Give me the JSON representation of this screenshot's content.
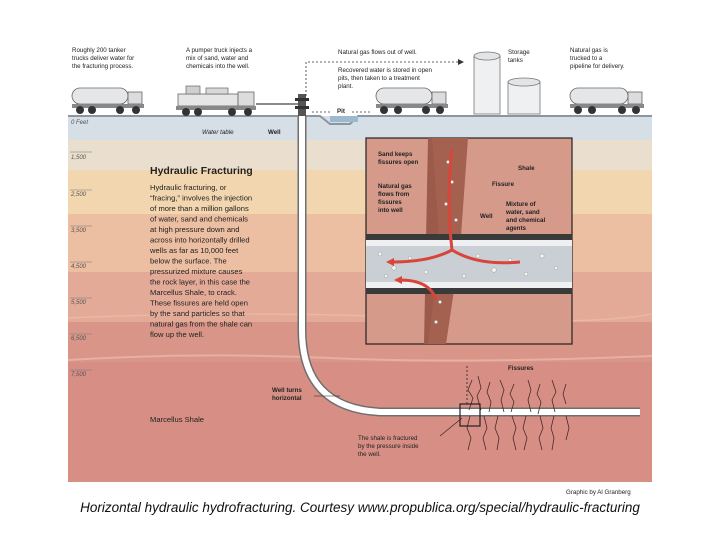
{
  "surface_labels": {
    "tanker": [
      "Roughly 200 tanker",
      "trucks deliver water for",
      "the fracturing process."
    ],
    "pumper": [
      "A pumper truck injects a",
      "mix of sand, water and",
      "chemicals into the well."
    ],
    "gas_out": "Natural gas flows out of well.",
    "storage": [
      "Storage",
      "tanks"
    ],
    "trucked": [
      "Natural gas is",
      "trucked to a",
      "pipeline for delivery."
    ],
    "recovered": [
      "Recovered water is stored in open",
      "pits, then taken to a treatment",
      "plant."
    ],
    "pit": "Pit",
    "water_table": "Water table",
    "well": "Well"
  },
  "depths": [
    "0 Feet",
    "1,500",
    "2,500",
    "3,500",
    "4,500",
    "5,500",
    "6,500",
    "7,500"
  ],
  "main": {
    "title": "Hydraulic Fracturing",
    "body": [
      "Hydraulic fracturing, or",
      "“fracing,” involves the injection",
      "of more than a million gallons",
      "of water, sand and chemicals",
      "at high pressure down and",
      "across into horizontally drilled",
      "wells as far as 10,000 feet",
      "below the surface. The",
      "pressurized mixture causes",
      "the rock layer, in this case the",
      "Marcellus Shale, to crack.",
      "These fissures are held open",
      "by the sand particles so that",
      "natural gas from the shale can",
      "flow up the well."
    ],
    "marcellus": "Marcellus Shale"
  },
  "inset": {
    "sand": [
      "Sand keeps",
      "fissures open"
    ],
    "shale": "Shale",
    "fissure": "Fissure",
    "gas": [
      "Natural gas",
      "flows from",
      "fissures",
      "into well"
    ],
    "well": "Well",
    "mixture": [
      "Mixture of",
      "water, sand",
      "and chemical",
      "agents"
    ]
  },
  "lower": {
    "turns": [
      "Well turns",
      "horizontal"
    ],
    "fissures": "Fissures",
    "fractured": [
      "The shale is fractured",
      "by the pressure inside",
      "the well."
    ],
    "credit": "Graphic by Al Granberg"
  },
  "caption": "Horizontal hydraulic hydrofracturing. Courtesy www.propublica.org/special/hydraulic-fracturing",
  "colors": {
    "sky": "#ffffff",
    "ground_top": "#d6dee6",
    "layer_tan": "#f2d6b0",
    "layer_peach": "#ecbfa2",
    "layer_rose1": "#e3aa98",
    "layer_rose2": "#d99688",
    "layer_rose3": "#d78f85",
    "shale_bottom": "#cf867d",
    "well_pipe": "#ffffff",
    "gas_arrow": "#d8453a"
  }
}
